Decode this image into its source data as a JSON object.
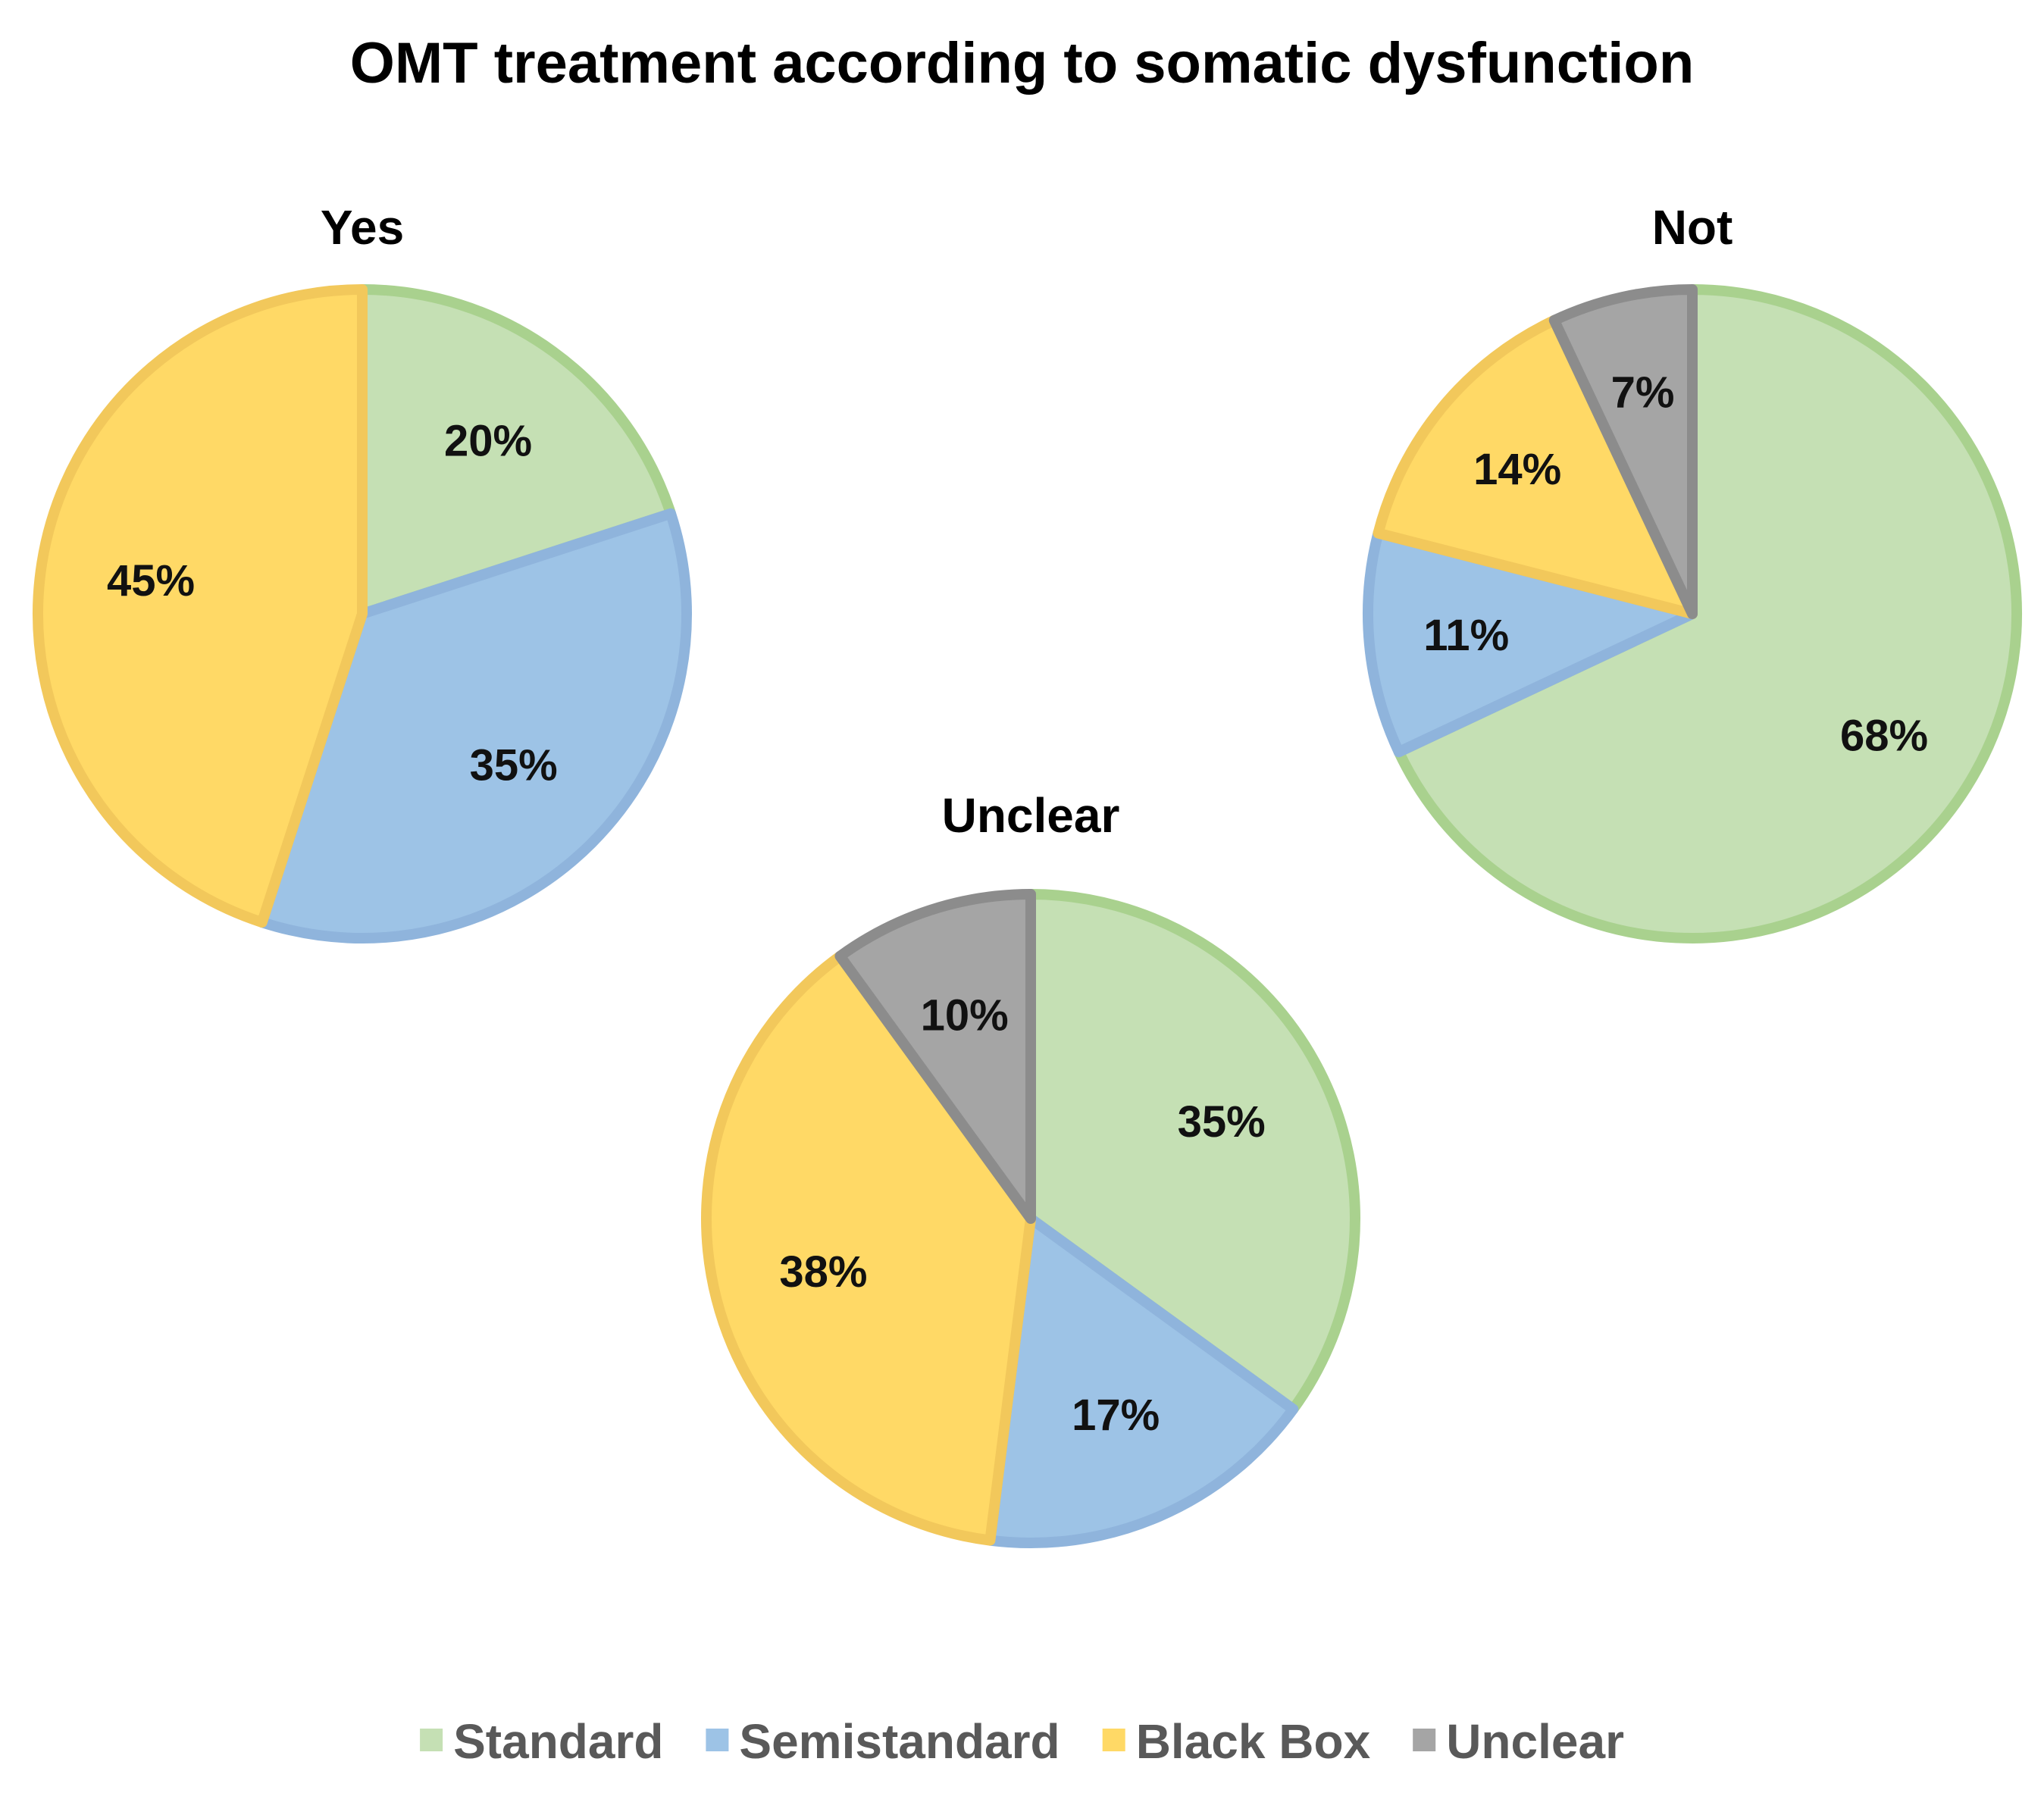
{
  "title": "OMT treatment according to somatic dysfunction",
  "legend": {
    "position": "bottom",
    "entries": [
      {
        "name": "Standard",
        "color": "#c5e0b4",
        "icon": "square-swatch"
      },
      {
        "name": "Semistandard",
        "color": "#9dc3e6",
        "icon": "square-swatch"
      },
      {
        "name": "Black Box",
        "color": "#ffd966",
        "icon": "square-swatch"
      },
      {
        "name": "Unclear",
        "color": "#a5a5a5",
        "icon": "square-swatch"
      }
    ]
  },
  "chart_data": [
    {
      "type": "pie",
      "title": "Yes",
      "categories": [
        "Standard",
        "Semistandard",
        "Black Box",
        "Unclear"
      ],
      "values": [
        20,
        35,
        45,
        0
      ],
      "labels": [
        "20%",
        "35%",
        "45%",
        ""
      ]
    },
    {
      "type": "pie",
      "title": "Not",
      "categories": [
        "Standard",
        "Semistandard",
        "Black Box",
        "Unclear"
      ],
      "values": [
        68,
        11,
        14,
        7
      ],
      "labels": [
        "68%",
        "11%",
        "14%",
        "7%"
      ]
    },
    {
      "type": "pie",
      "title": "Unclear",
      "categories": [
        "Standard",
        "Semistandard",
        "Black Box",
        "Unclear"
      ],
      "values": [
        35,
        17,
        38,
        10
      ],
      "labels": [
        "35%",
        "17%",
        "38%",
        "10%"
      ]
    }
  ],
  "colors": {
    "fills": [
      "#c5e0b4",
      "#9dc3e6",
      "#ffd966",
      "#a5a5a5"
    ],
    "strokes": [
      "#a9d18e",
      "#8fb4dc",
      "#f2c85b",
      "#8c8c8c"
    ],
    "legend_text": "#595959"
  }
}
